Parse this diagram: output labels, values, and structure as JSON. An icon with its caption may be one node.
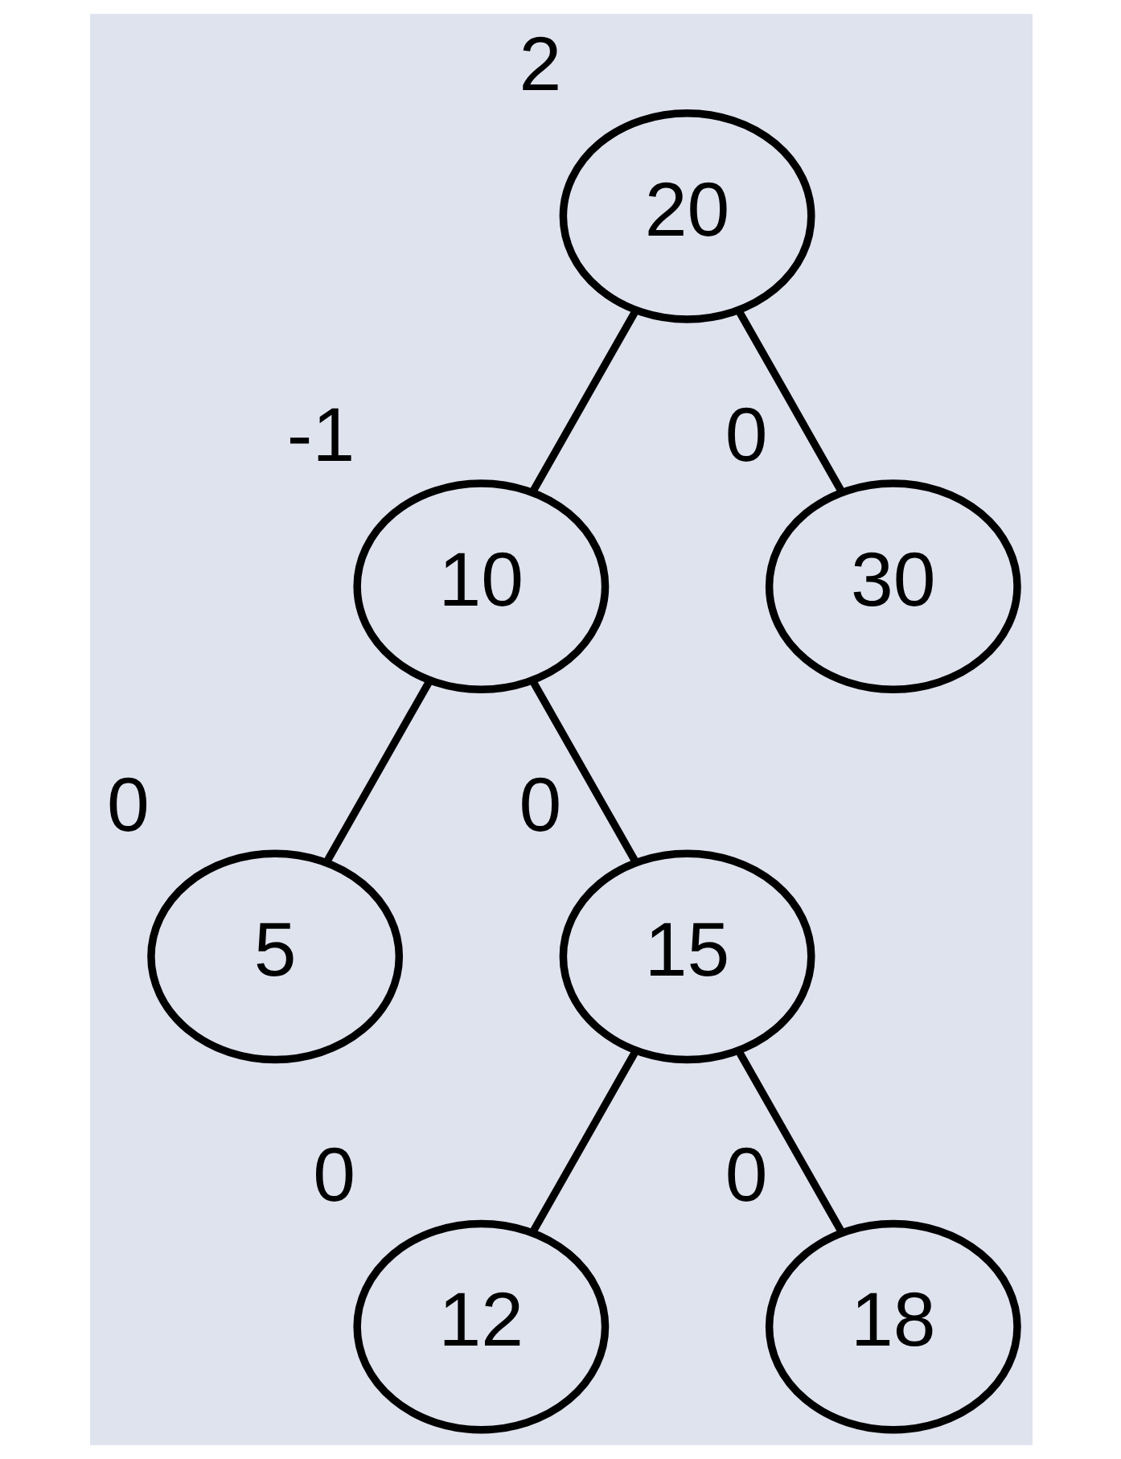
{
  "diagram": {
    "nodes": [
      {
        "text": [
          "20"
        ],
        "beside": [
          "2"
        ]
      },
      {
        "text": [
          "10"
        ],
        "beside": [
          "-1"
        ]
      },
      {
        "text": [
          "30"
        ],
        "beside": [
          "0"
        ]
      },
      {
        "text": [
          "5"
        ],
        "beside": [
          "0"
        ]
      },
      {
        "text": [
          "15"
        ],
        "beside": [
          "0"
        ]
      },
      {
        "text": [
          "12"
        ],
        "beside": [
          "0"
        ]
      },
      {
        "text": [
          "18"
        ],
        "beside": [
          "0"
        ]
      }
    ],
    "edges": [
      {
        "from": 0,
        "to": 1,
        "arrow": "none"
      },
      {
        "from": 0,
        "to": 2,
        "arrow": "none"
      },
      {
        "from": 1,
        "to": 3,
        "arrow": "none"
      },
      {
        "from": 1,
        "to": 4,
        "arrow": "none"
      },
      {
        "from": 4,
        "to": 5,
        "arrow": "none"
      },
      {
        "from": 4,
        "to": 6,
        "arrow": "none"
      }
    ]
  }
}
